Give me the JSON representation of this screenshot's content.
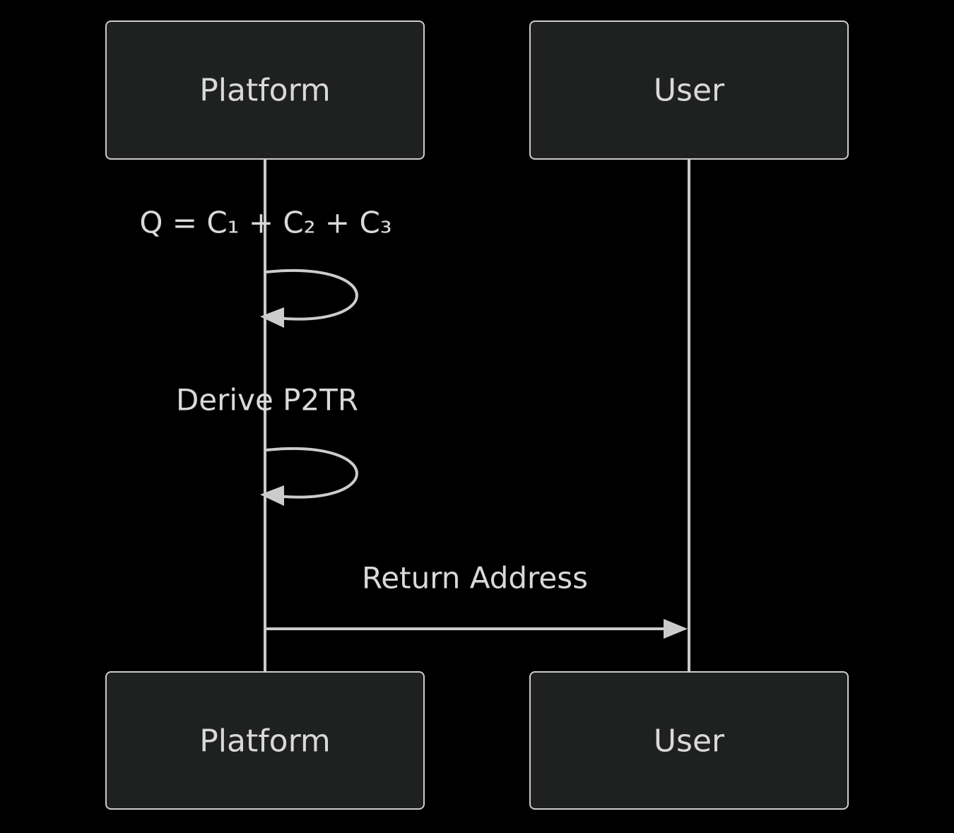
{
  "participants": [
    {
      "id": "platform",
      "label": "Platform"
    },
    {
      "id": "user",
      "label": "User"
    }
  ],
  "messages": [
    {
      "from": "platform",
      "to": "platform",
      "label": "Q = C₁ + C₂ + C₃"
    },
    {
      "from": "platform",
      "to": "platform",
      "label": "Derive P2TR"
    },
    {
      "from": "platform",
      "to": "user",
      "label": "Return Address"
    }
  ],
  "colors": {
    "background": "#000000",
    "actor_fill": "#1f2020",
    "line": "#cccccc",
    "text": "#d9d9d9"
  }
}
